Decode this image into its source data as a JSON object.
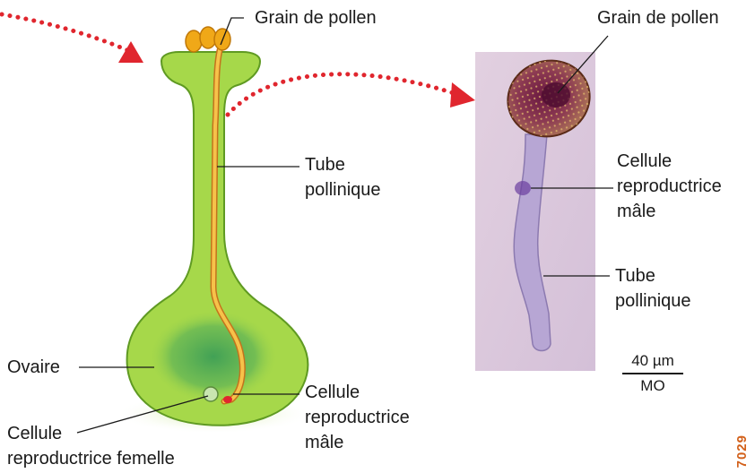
{
  "colors": {
    "pistil_fill": "#a6d84a",
    "pistil_edge": "#5f9a22",
    "ovary_core": "#3c9e56",
    "pollen_grain": "#f0a818",
    "pollen_tube": "#f6c24a",
    "arrow_dots": "#e0262e",
    "photo_bg": "#dcc8dc",
    "photo_grain": "#7a2a46",
    "photo_tube": "#b7a6d4",
    "figure_id": "#d2601a"
  },
  "icons": {
    "flow_arrow": "dotted-red-arrow-icon",
    "pollen_grains": "pollen-grain-icon",
    "female_cell": "female-cell-icon",
    "male_cell": "male-cell-icon"
  },
  "diagram": {
    "labels": {
      "pollen_grain": "Grain de pollen",
      "tube_line1": "Tube",
      "tube_line2": "pollinique",
      "ovary": "Ovaire",
      "female_line1": "Cellule",
      "female_line2": "reproductrice femelle",
      "male_line1": "Cellule",
      "male_line2": "reproductrice",
      "male_line3": "mâle"
    }
  },
  "micrograph": {
    "labels": {
      "pollen_grain": "Grain de pollen",
      "male_line1": "Cellule",
      "male_line2": "reproductrice",
      "male_line3": "mâle",
      "tube_line1": "Tube",
      "tube_line2": "pollinique"
    },
    "scale_bar": {
      "value": "40 µm",
      "method": "MO"
    }
  },
  "figure_id": "7029"
}
